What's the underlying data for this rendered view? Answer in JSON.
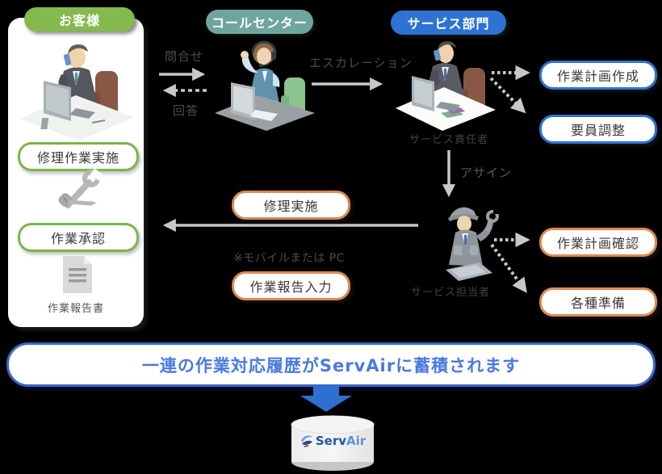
{
  "header": {
    "customer_label": "お客様",
    "call_center_label": "コールセンター",
    "service_dept_label": "サービス部門"
  },
  "customer_panel": {
    "repair_work_label": "修理作業実施",
    "approval_label": "作業承認",
    "report_doc_label": "作業報告書"
  },
  "flow": {
    "inquiry": "問合せ",
    "answer": "回答",
    "escalation": "エスカレーション",
    "assign": "アサイン",
    "mobile_note": "※モバイルまたは PC"
  },
  "roles": {
    "manager": "サービス責任者",
    "staff": "サービス担当者"
  },
  "tasks": {
    "repair_exec": "修理実施",
    "report_input": "作業報告入力",
    "plan_create": "作業計画作成",
    "staffing": "要員調整",
    "plan_confirm": "作業計画確認",
    "preparation": "各種準備"
  },
  "banner": {
    "text": "一連の作業対応履歴がServAirに蓄積されます"
  },
  "database": {
    "name_serv": "Serv",
    "name_air": "Air"
  },
  "colors": {
    "customer_green": "#84b94e",
    "call_center_teal": "#6fa5a0",
    "service_blue": "#2e72d2",
    "orange_border": "#dd8a50",
    "green_border": "#7ab648",
    "banner_blue": "#3a66cc",
    "banner_text_blue": "#4a7adf",
    "arrow_gray": "#c8c8c8",
    "big_arrow_blue": "#2e6fd0"
  }
}
